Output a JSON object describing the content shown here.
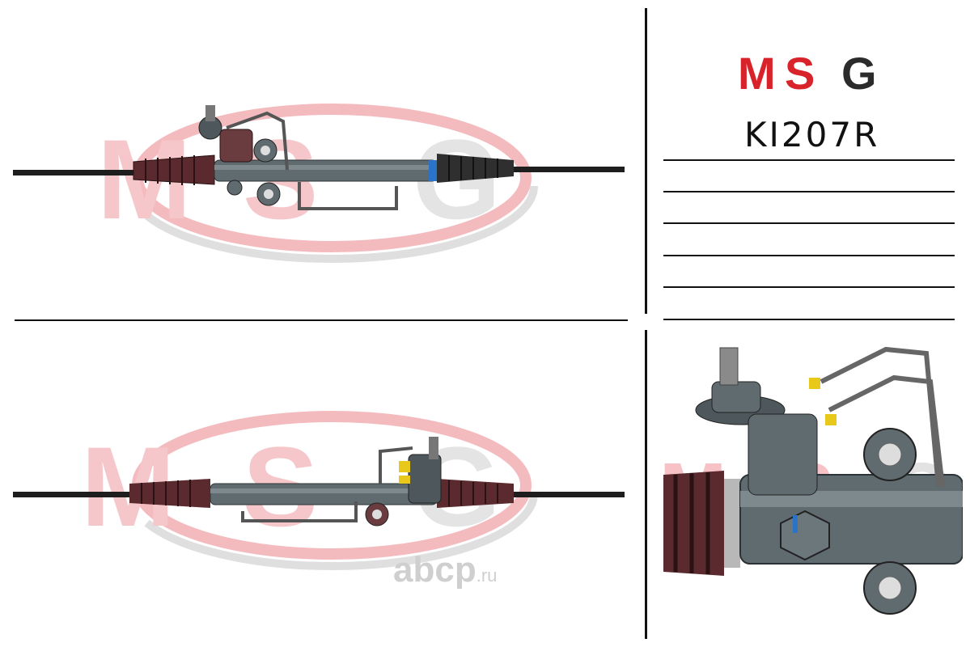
{
  "brand": {
    "name": "MSG",
    "letters": [
      "M",
      "S",
      "G"
    ],
    "colors": {
      "red": "#d8232a",
      "dark": "#2b2b2b",
      "watermark_red": "#f3b4b8",
      "watermark_gray": "#d7d7d7"
    }
  },
  "part_number": "KI207R",
  "spec_lines": 6,
  "footer_mark": {
    "name": "abcp",
    "tld": ".ru"
  },
  "icons": [
    "steering-rack-image",
    "steering-rack-detail-image",
    "msg-watermark-icon"
  ]
}
